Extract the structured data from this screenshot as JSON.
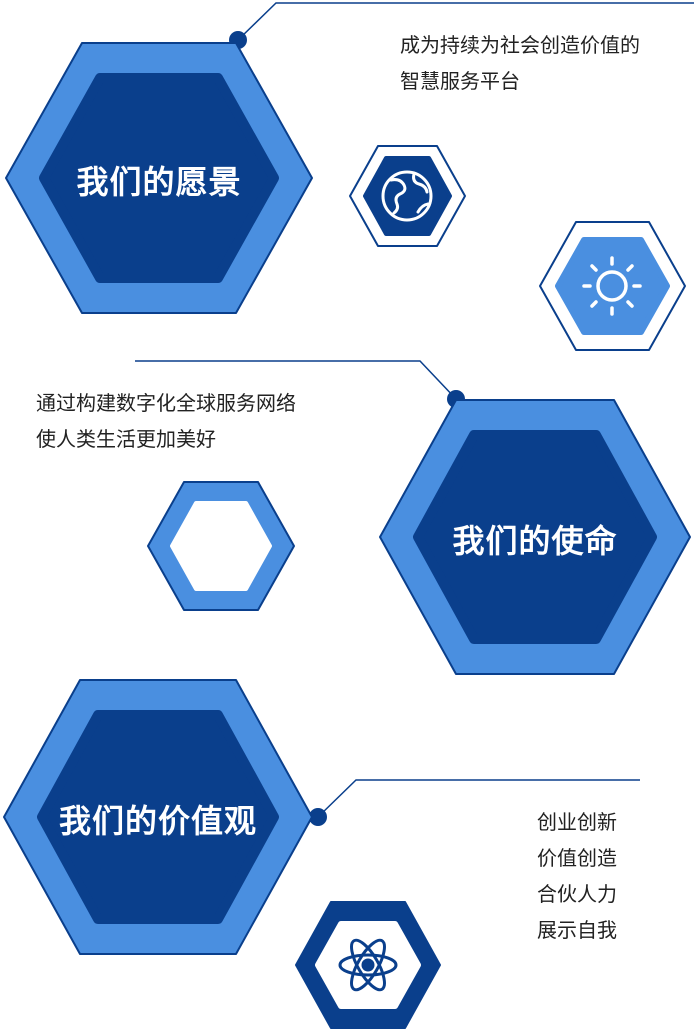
{
  "colors": {
    "navy": "#0a3f8c",
    "blue": "#4a8fe0",
    "line": "#0a3f8c",
    "white": "#ffffff"
  },
  "vision": {
    "title": "我们的愿景",
    "lines": [
      "成为持续为社会创造价值的",
      "智慧服务平台"
    ]
  },
  "mission": {
    "title": "我们的使命",
    "lines": [
      "通过构建数字化全球服务网络",
      "使人类生活更加美好"
    ]
  },
  "values": {
    "title": "我们的价值观",
    "lines": [
      "创业创新",
      "价值创造",
      "合伙人力",
      "展示自我"
    ]
  },
  "icons": [
    "globe-icon",
    "sun-icon",
    "atom-icon"
  ]
}
